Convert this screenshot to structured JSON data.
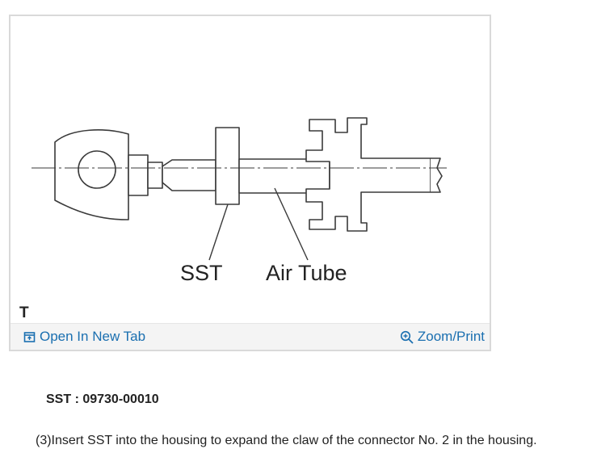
{
  "figure": {
    "labels": {
      "sst": "SST",
      "air_tube": "Air Tube",
      "code": "T"
    },
    "toolbar": {
      "open_new_tab": "Open In New Tab",
      "zoom_print": "Zoom/Print"
    },
    "icons": {
      "open_new_tab": "open-new-tab-icon",
      "zoom": "zoom-in-icon"
    },
    "link_color": "#1a6fb0"
  },
  "content": {
    "sst_line": "SST : 09730-00010",
    "step": "(3)Insert SST into the housing to expand the claw of the connector No. 2 in the housing."
  }
}
